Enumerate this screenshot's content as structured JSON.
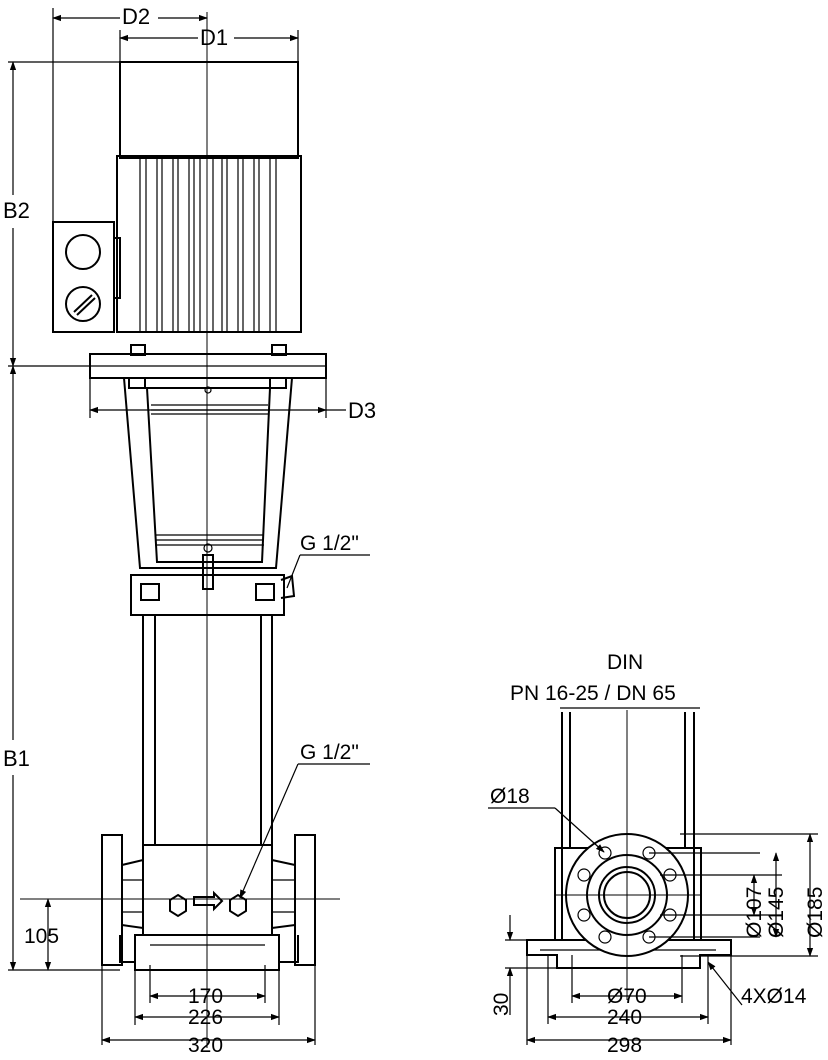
{
  "front_view": {
    "dims": {
      "d2": "D2",
      "d1": "D1",
      "d3": "D3",
      "b2": "B2",
      "b1": "B1",
      "h105": "105",
      "w170": "170",
      "w226": "226",
      "w320": "320"
    },
    "callouts": {
      "g_upper": "G 1/2\"",
      "g_lower": "G 1/2\""
    }
  },
  "flange_view": {
    "title": "DIN",
    "subtitle": "PN 16-25 / DN 65",
    "dims": {
      "hole": "Ø18",
      "d107": "Ø107",
      "d145": "Ø145",
      "d185": "Ø185",
      "h30": "30",
      "d70": "Ø70",
      "w240": "240",
      "w298": "298",
      "holes4": "4XØ14"
    }
  }
}
